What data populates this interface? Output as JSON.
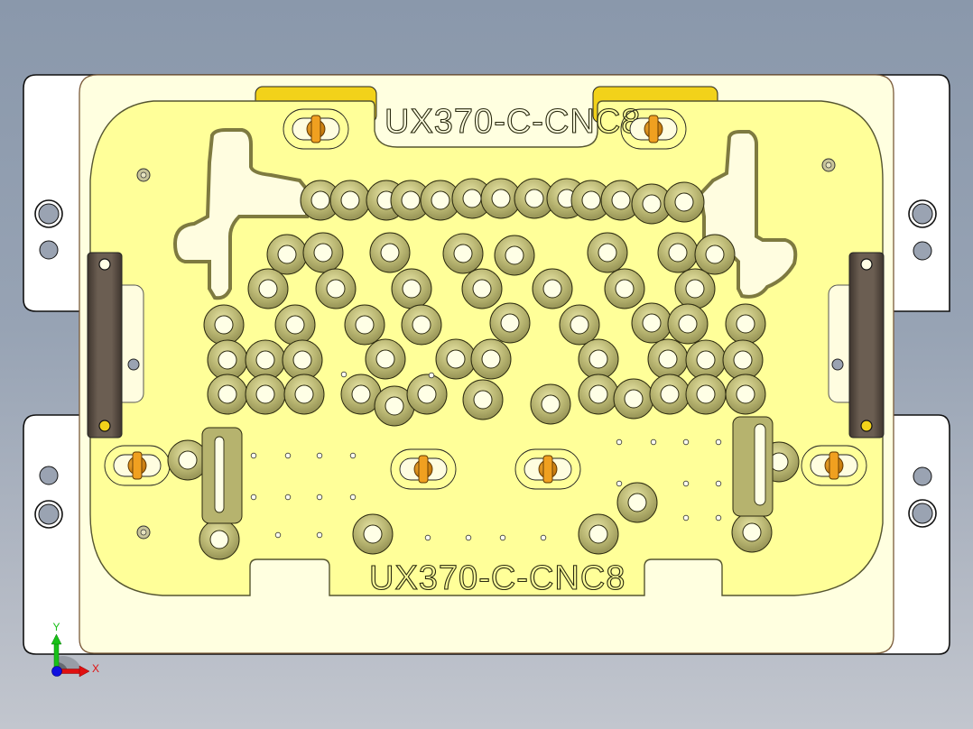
{
  "viewport": {
    "type": "cad-3d-viewport",
    "view": "top",
    "background_top": "#8a98ab",
    "background_bottom": "#c2c6ce"
  },
  "part": {
    "engraving_top": "UX370-C-CNC8",
    "engraving_bottom": "UX370-C-CNC8",
    "colors": {
      "base_plate": "#ffffff",
      "outer_plate": "#ffffe0",
      "pocket_face": "#ffff99",
      "recess": "#f5f0b0",
      "boss": "#b6b36e",
      "boss_dark": "#8c8a4e",
      "hole": "#ffffe6",
      "pin": "#e89a1a",
      "pin_dark": "#b36a00",
      "clamp_bar": "#5e5248",
      "yellow_tab": "#f2d21a",
      "mount_hole": "#9aa3b2"
    }
  },
  "triad": {
    "x_label": "X",
    "y_label": "Y",
    "x_color": "#e01010",
    "y_color": "#18c018",
    "z_color": "#1010e0"
  }
}
